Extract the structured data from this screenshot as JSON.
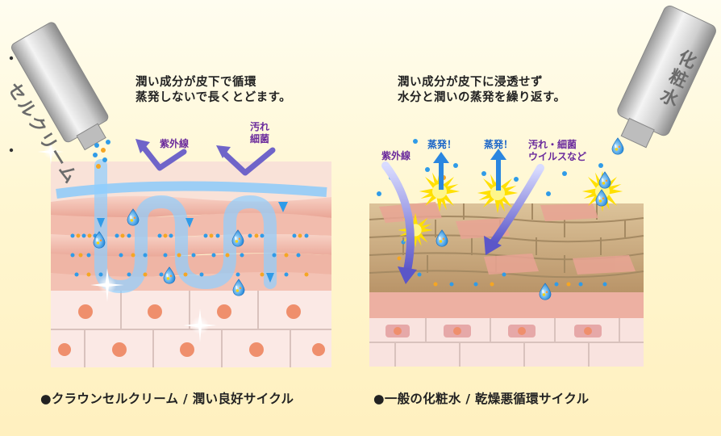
{
  "left_panel": {
    "tube_label": "セルクリーム",
    "description_line1": "潤い成分が皮下で循環",
    "description_line2": "蒸発しないで長くとどます。",
    "label_uv": "紫外線",
    "label_dirt_line1": "汚れ",
    "label_dirt_line2": "細菌",
    "caption": "●クラウンセルクリーム / 潤い良好サイクル"
  },
  "right_panel": {
    "bottle_label": "化粧水",
    "description_line1": "潤い成分が皮下に浸透せず",
    "description_line2": "水分と潤いの蒸発を繰り返す。",
    "label_uv": "紫外線",
    "label_evap1": "蒸発！",
    "label_evap2": "蒸発！",
    "label_dirt_line1": "汚れ・細菌",
    "label_dirt_line2": "ウイルスなど",
    "caption": "●一般の化粧水 / 乾燥悪循環サイクル"
  },
  "colors": {
    "background": "#fff6d2",
    "text": "#222222",
    "label_purple": "#6a2a9c",
    "label_blue": "#1b66c8",
    "water_blue": "#2f9be8",
    "uv_arrow": "#7a74d8",
    "burst_yellow": "#ffe000",
    "skin_pink": "#f0b2a2",
    "skin_tan": "#c9a77a",
    "cell_nucleus": "#ef8f6c"
  },
  "icons": [
    "tube-icon",
    "bottle-icon",
    "water-drop-icon",
    "uv-arrow-icon",
    "evaporation-burst-icon",
    "sparkle-icon"
  ]
}
